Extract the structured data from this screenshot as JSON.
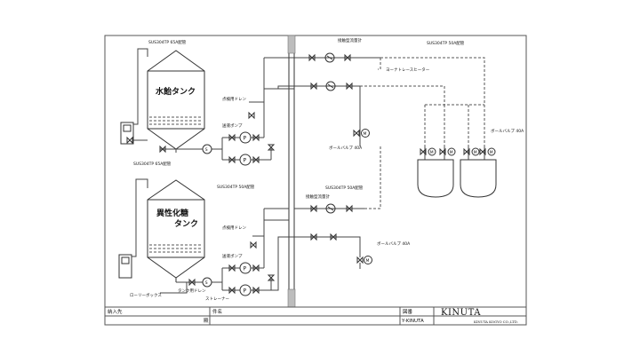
{
  "tanks": {
    "tank1_name": "水飴タンク",
    "tank2_line1": "異性化糖",
    "tank2_line2": "タンク"
  },
  "labels": {
    "sus_65a_top": "SUS304TP 65A配管",
    "sus_65a_side": "SUS304TP 65A配管",
    "sus_50a_mid": "SUS304TP 50A配管",
    "sus_50a_top_right": "SUS304TP 50A配管",
    "sus_50a_lower": "SUS304TP 50A配管",
    "flowmeter_1": "接触型流量計",
    "flowmeter_2": "接触型流量計",
    "heater_line": "ヨーナトレースヒーター",
    "drain_1": "点検用ドレン",
    "drain_2": "点検用ドレン",
    "tank_drain": "タンク用ドレン",
    "pump_1": "送液ポンプ",
    "pump_2": "送液ポンプ",
    "ball_valve_1": "ボールバルブ 40A",
    "ball_valve_2": "ボールバルブ 40A",
    "ball_valve_3": "ボールバルブ 40A",
    "strainer": "ストレーナー",
    "lorry_box": "ローリーボックス"
  },
  "symbols": {
    "pump_letter": "P",
    "strainer_letter": "S",
    "motor_letter": "M"
  },
  "title_block": {
    "col1_header": "納入先",
    "col2_header": "件名",
    "col2_value": "殿",
    "drawing_no_header": "図番",
    "drawing_no_value": "Y-KINUTA",
    "company_logo": "KINUTA",
    "company_name": "KINUTA KOGYO CO.,LTD."
  }
}
